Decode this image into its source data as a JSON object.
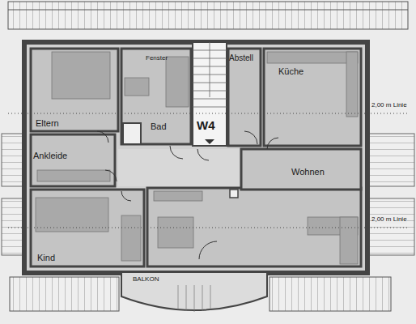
{
  "diagram": {
    "nodes": [
      {
        "text": [
          "Eltern"
        ]
      },
      {
        "text": [
          "Fenster",
          "Bad"
        ]
      },
      {
        "text": [
          "W4"
        ]
      },
      {
        "text": [
          "Abstell"
        ]
      },
      {
        "text": [
          "Küche"
        ]
      },
      {
        "text": [
          "Ankleide"
        ]
      },
      {
        "text": [
          "Wohnen"
        ]
      },
      {
        "text": [
          "Kind"
        ]
      },
      {
        "text": [
          "BALKON"
        ]
      }
    ],
    "labels": [
      "2,00 m Linie",
      "2,00 m Linie"
    ]
  }
}
